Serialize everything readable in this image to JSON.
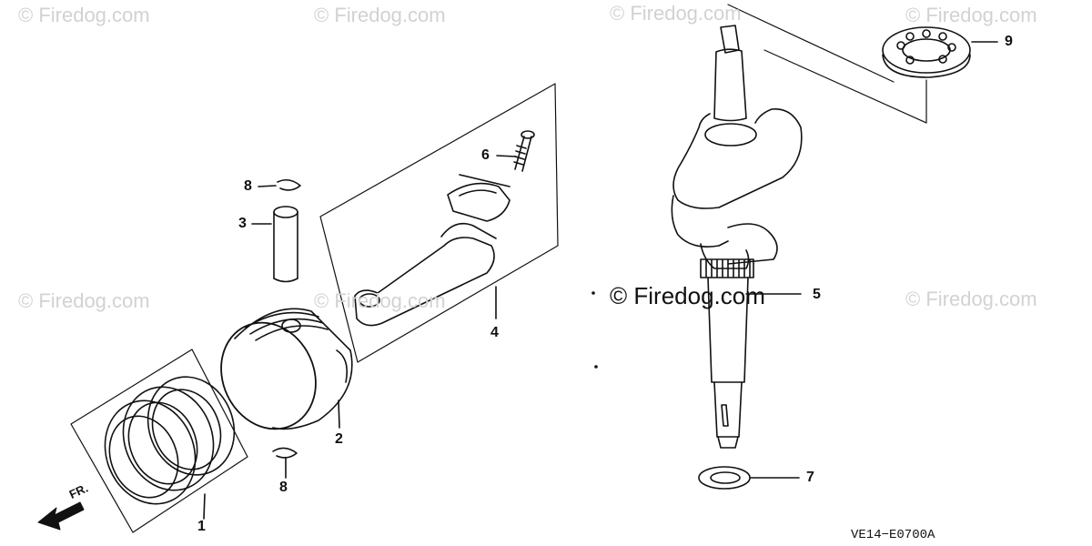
{
  "watermark": "© Firedog.com",
  "watermark_center": "© Firedog.com",
  "parts": {
    "p1": "1",
    "p2": "2",
    "p3": "3",
    "p4": "4",
    "p5": "5",
    "p6": "6",
    "p7": "7",
    "p8a": "8",
    "p8b": "8",
    "p9": "9"
  },
  "front_label": "FR.",
  "diagram_code": "VE14−E0700A"
}
